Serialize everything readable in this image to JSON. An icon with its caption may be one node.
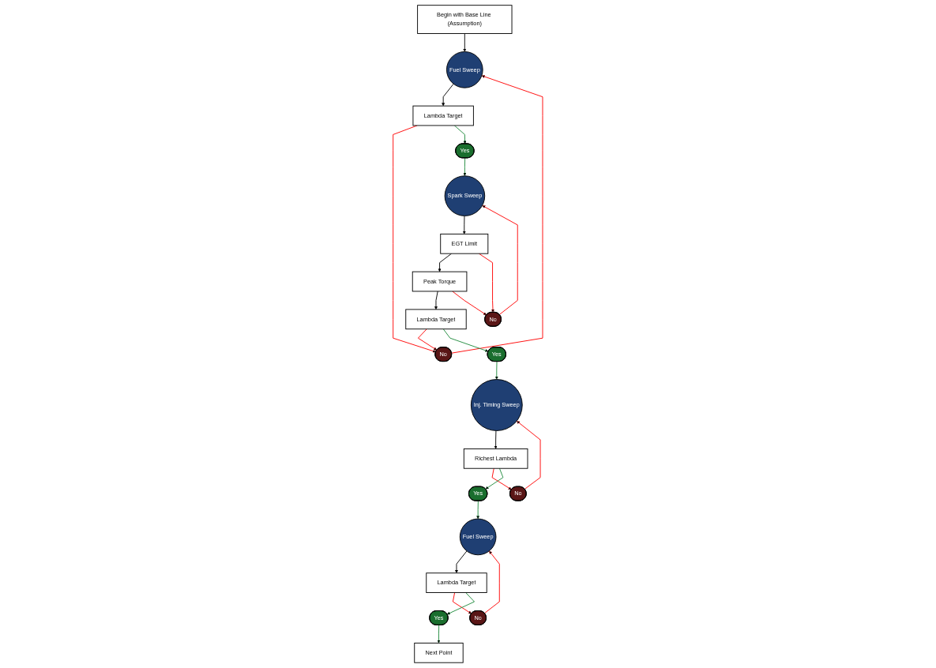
{
  "diagram": {
    "nodes": [
      {
        "text": [
          "Begin with Base Line (Assumption)"
        ]
      },
      {
        "text": [
          "Next Point"
        ]
      },
      {
        "text": [
          "Yes"
        ]
      },
      {
        "text": [
          "Lambda Target"
        ]
      },
      {
        "text": [
          "Fuel Sweep"
        ]
      },
      {
        "text": [
          "No"
        ]
      },
      {
        "text": [
          "No"
        ]
      },
      {
        "text": [
          "Lambda Target"
        ]
      },
      {
        "text": [
          "Fuel Sweep"
        ]
      },
      {
        "text": [
          "Yes"
        ]
      },
      {
        "text": [
          "Yes"
        ]
      },
      {
        "text": [
          "Spark Sweep"
        ]
      },
      {
        "text": [
          "No"
        ]
      },
      {
        "text": [
          "Richest Lambda"
        ]
      },
      {
        "text": [
          "No"
        ]
      },
      {
        "text": [
          "Inj. Timing Sweep"
        ]
      },
      {
        "text": [
          "EGT Limit"
        ]
      },
      {
        "text": [
          "Peak Torque"
        ]
      },
      {
        "text": [
          "Lambda Target"
        ]
      },
      {
        "text": [
          "Yes"
        ]
      }
    ],
    "edges": [
      {
        "from": 0,
        "to": 4,
        "arrow": "to",
        "color": "#000000"
      },
      {
        "from": 4,
        "to": 7,
        "arrow": "to",
        "color": "#000000"
      },
      {
        "from": 7,
        "to": 5,
        "arrow": "to"
      },
      {
        "from": 5,
        "to": 4,
        "arrow": "to"
      },
      {
        "from": 18,
        "to": 5,
        "arrow": "to"
      },
      {
        "from": 7,
        "to": 9,
        "arrow": "to",
        "color": "#1e8a3c"
      },
      {
        "from": 9,
        "to": 11,
        "arrow": "to",
        "color": "#1e8a3c"
      },
      {
        "from": 11,
        "to": 16,
        "arrow": "to",
        "color": "#000000"
      },
      {
        "from": 16,
        "to": 17,
        "arrow": "to",
        "color": "#000000"
      },
      {
        "from": 17,
        "to": 18,
        "arrow": "to",
        "color": "#000000"
      },
      {
        "from": 16,
        "to": 12,
        "arrow": "to"
      },
      {
        "from": 17,
        "to": 12,
        "arrow": "to"
      },
      {
        "from": 12,
        "to": 11,
        "arrow": "to"
      },
      {
        "from": 18,
        "to": 19,
        "arrow": "to",
        "color": "#1e8a3c"
      },
      {
        "from": 19,
        "to": 15,
        "arrow": "to",
        "color": "#1e8a3c"
      },
      {
        "from": 15,
        "to": 13,
        "arrow": "to",
        "color": "#000000"
      },
      {
        "from": 13,
        "to": 14,
        "arrow": "to"
      },
      {
        "from": 14,
        "to": 15,
        "arrow": "to"
      },
      {
        "from": 13,
        "to": 10,
        "arrow": "to",
        "color": "#1e8a3c"
      },
      {
        "from": 10,
        "to": 8,
        "arrow": "to",
        "color": "#1e8a3c"
      },
      {
        "from": 8,
        "to": 3,
        "arrow": "to",
        "color": "#000000"
      },
      {
        "from": 3,
        "to": 6,
        "arrow": "to"
      },
      {
        "from": 6,
        "to": 8,
        "arrow": "to"
      },
      {
        "from": 3,
        "to": 2,
        "arrow": "to",
        "color": "#1e8a3c"
      },
      {
        "from": 2,
        "to": 1,
        "arrow": "to",
        "color": "#1e8a3c"
      }
    ]
  }
}
